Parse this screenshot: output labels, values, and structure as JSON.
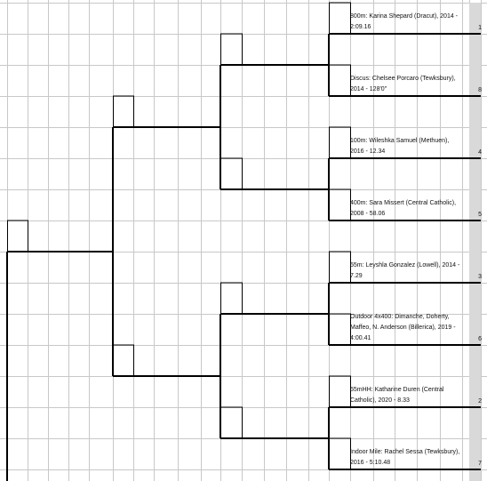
{
  "colors": {
    "grid": "#c8c8c8",
    "bracket": "#000000",
    "seed_fill": "#d9d9d9"
  },
  "entries": [
    {
      "text": "800m: Karina Shepard (Dracut), 2014 - 2:09.16",
      "seed": "1"
    },
    {
      "text": "Discus: Chelsee Porcaro (Tewksbury), 2014 - 128'0\"",
      "seed": "8"
    },
    {
      "text": "100m: Wileshka Samuel (Methuen), 2016 - 12.34",
      "seed": "4"
    },
    {
      "text": "400m: Sara Missert (Central Catholic), 2008 - 58.06",
      "seed": "5"
    },
    {
      "text": "55m: Leyshla Gonzalez (Lowell), 2014 - 7.29",
      "seed": "3"
    },
    {
      "text": "Outdoor 4x400: Dimanche, Doherty, Maffeo, N. Anderson (Billerica), 2019 - 4:00.41",
      "seed": "6"
    },
    {
      "text": "55mHH: Katharine Duren (Central Catholic), 2020 - 8.33",
      "seed": "2"
    },
    {
      "text": "Indoor Mile: Rachel Sessa (Tewksbury), 2016 - 5:10.48",
      "seed": "7"
    }
  ]
}
